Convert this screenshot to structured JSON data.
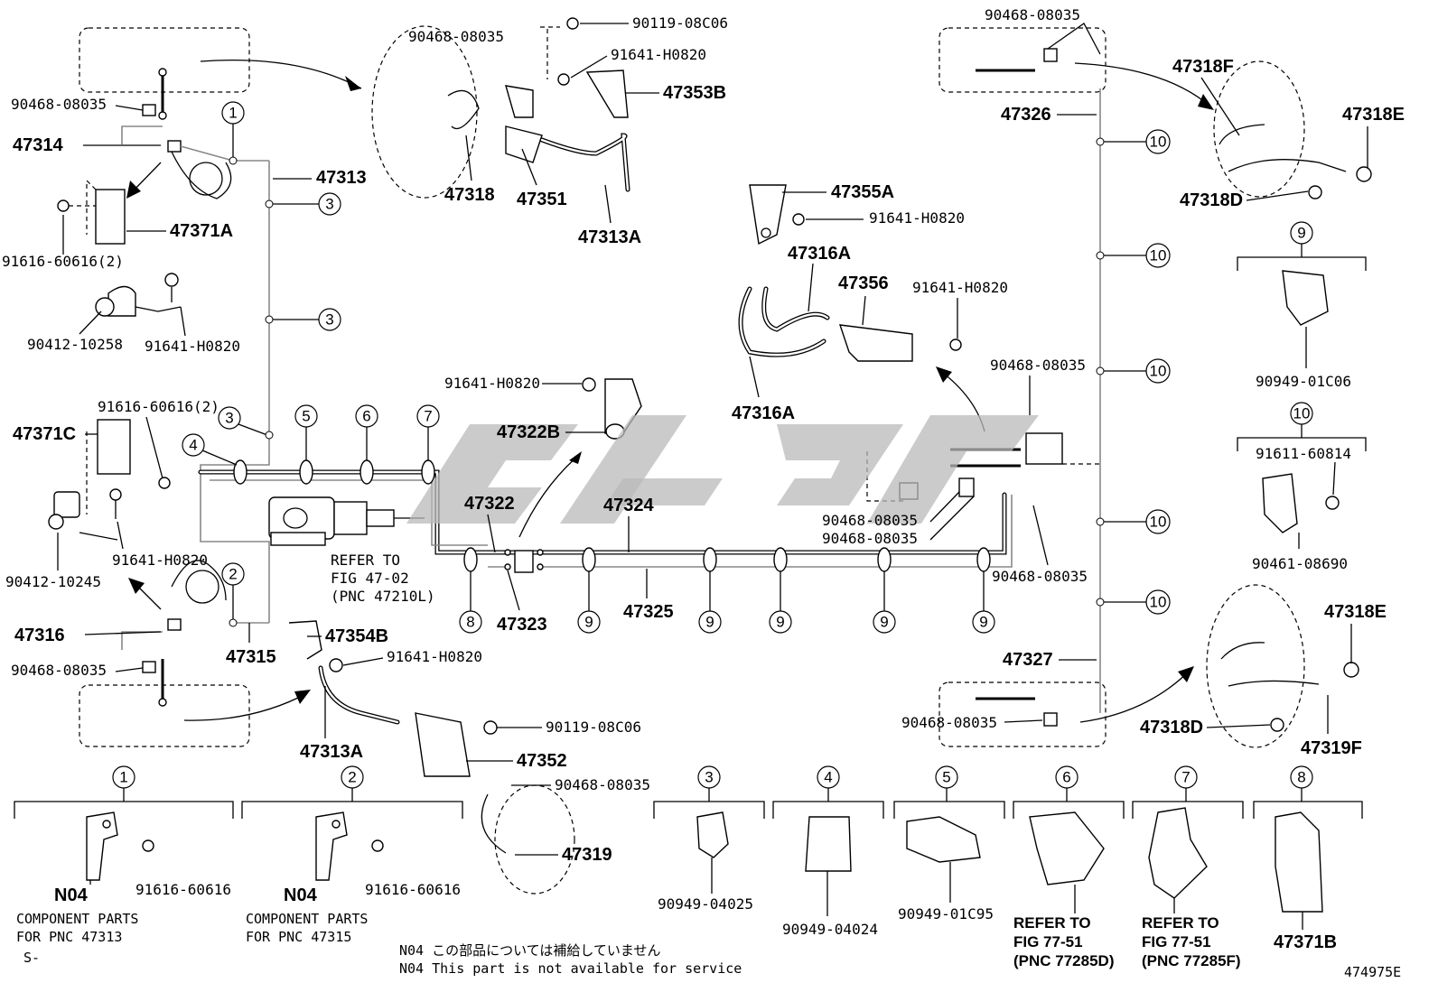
{
  "labels": {
    "p47314": "47314",
    "p47313": "47313",
    "p90468_a": "90468-08035",
    "p47371A": "47371A",
    "p91616_a": "91616-60616(2)",
    "p90412_a": "90412-10258",
    "p91641_a": "91641-H0820",
    "p90468_b": "90468-08035",
    "p90119_a": "90119-08C06",
    "p91641_b": "91641-H0820",
    "p47353B": "47353B",
    "p47318": "47318",
    "p47351": "47351",
    "p47313A_a": "47313A",
    "p47355A": "47355A",
    "p91641_c": "91641-H0820",
    "p47316A_a": "47316A",
    "p47356": "47356",
    "p91641_d": "91641-H0820",
    "p47316A_b": "47316A",
    "p91641_e": "91641-H0820",
    "p47322B": "47322B",
    "p90468_c": "90468-08035",
    "p47326": "47326",
    "p47318F": "47318F",
    "p47318E_a": "47318E",
    "p47318D_a": "47318D",
    "p90949_01C06": "90949-01C06",
    "p91611": "91611-60814",
    "p90461": "90461-08690",
    "p91616_b": "91616-60616(2)",
    "p47371C": "47371C",
    "p90412_b": "90412-10245",
    "p91641_f": "91641-H0820",
    "refer1_a": "REFER TO",
    "refer1_b": "FIG 47-02",
    "refer1_c": "(PNC 47210L)",
    "p47322": "47322",
    "p47324": "47324",
    "p47323": "47323",
    "p47325": "47325",
    "p90468_d": "90468-08035",
    "p90468_e": "90468-08035",
    "p90468_f": "90468-08035",
    "p90468_g": "90468-08035",
    "p47316": "47316",
    "p47315": "47315",
    "p90468_h": "90468-08035",
    "p47354B": "47354B",
    "p91641_g": "91641-H0820",
    "p47313A_b": "47313A",
    "p90119_b": "90119-08C06",
    "p47352": "47352",
    "p90468_i": "90468-08035",
    "p47319": "47319",
    "p47327": "47327",
    "p47318E_b": "47318E",
    "p47318D_b": "47318D",
    "p47319F": "47319F",
    "n04_a": "N04",
    "n04_b": "N04",
    "p91616_c": "91616-60616",
    "p91616_d": "91616-60616",
    "comp1_a": "COMPONENT PARTS",
    "comp1_b": "FOR PNC 47313",
    "comp2_a": "COMPONENT PARTS",
    "comp2_b": "FOR PNC 47315",
    "s_mark": "S-",
    "p90949_04025": "90949-04025",
    "p90949_04024": "90949-04024",
    "p90949_01C95": "90949-01C95",
    "refer6_a": "REFER TO",
    "refer6_b": "FIG 77-51",
    "refer6_c": "(PNC 77285D)",
    "refer7_a": "REFER TO",
    "refer7_b": "FIG 77-51",
    "refer7_c": "(PNC 77285F)",
    "p47371B": "47371B",
    "note_jp": "N04 この部品については補給していません",
    "note_en": "N04 This part is not available for service",
    "fig_id": "474975E"
  },
  "callouts": {
    "c1": "1",
    "c2": "2",
    "c3": "3",
    "c4": "4",
    "c5": "5",
    "c6": "6",
    "c7": "7",
    "c8": "8",
    "c9": "9",
    "c10": "10"
  }
}
